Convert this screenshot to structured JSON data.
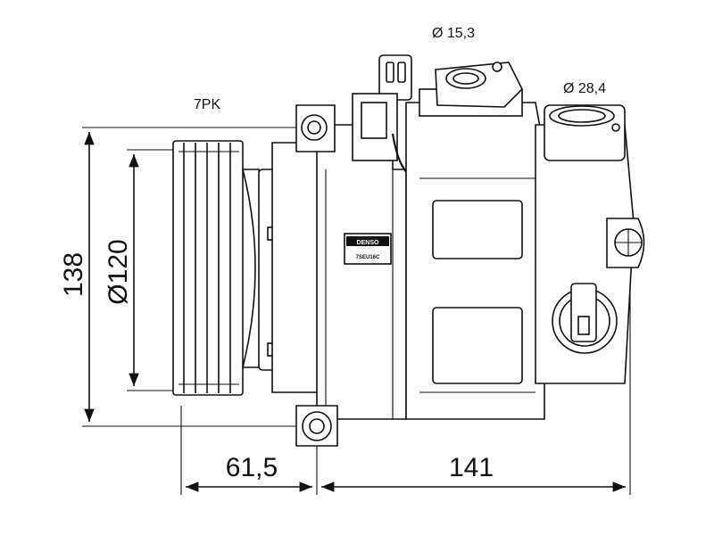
{
  "labels": {
    "belt": "7PK",
    "port_small": "Ø 15,3",
    "port_large": "Ø 28,4",
    "height": "138",
    "pulley_diameter": "Ø120",
    "offset": "61,5",
    "length": "141",
    "brand": "DENSO",
    "model": "7SEU16C"
  }
}
